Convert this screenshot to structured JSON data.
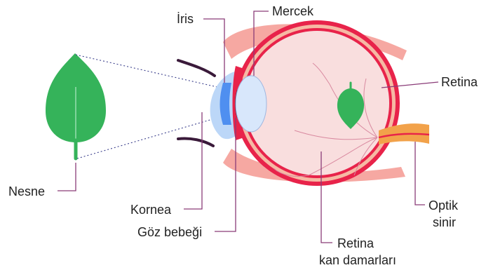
{
  "labels": {
    "iris": "İris",
    "lens": "Mercek",
    "retina": "Retina",
    "object": "Nesne",
    "cornea": "Kornea",
    "pupil": "Göz bebeği",
    "optic_nerve_line1": "Optik",
    "optic_nerve_line2": "sinir",
    "retina_vessels_line1": "Retina",
    "retina_vessels_line2": "kan damarları"
  },
  "colors": {
    "leaf_green": "#35b35a",
    "leaf_vein": "#7fd39a",
    "eyeball_fill": "#f9dede",
    "eyeball_outline": "#e8234a",
    "choroid": "#f6b9a4",
    "eyelid": "#f6a8a2",
    "cornea_blue": "#bcd7f8",
    "iris_blue": "#4f8ff0",
    "lens_fill": "#d8e7fb",
    "optic_nerve": "#f2a24a",
    "vessels": "#d98aa0",
    "leader_line": "#8a3c78",
    "ray_line": "#3b3f8c",
    "label_text": "#222222"
  },
  "icons": {
    "object": "leaf-icon",
    "inverted_image": "leaf-icon"
  }
}
